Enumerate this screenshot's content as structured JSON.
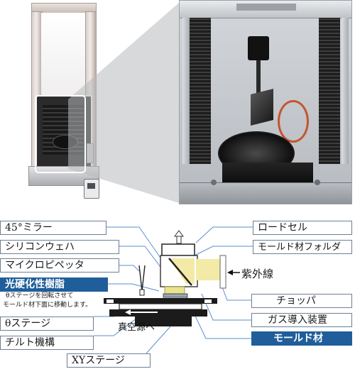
{
  "labels": {
    "mirror": "45°ミラー",
    "silicon_wafer": "シリコンウェハ",
    "micropipette": "マイクロピペッタ",
    "photocurable_resin": "光硬化性樹脂",
    "theta_note_line1": "θステージを回転させて",
    "theta_note_line2": "モールド材下面に移動します。",
    "theta_stage": "θステージ",
    "tilt_mechanism": "チルト機構",
    "xy_stage": "XYステージ",
    "load_cell": "ロードセル",
    "mold_holder": "モールド材フォルダ",
    "ultraviolet": "紫外線",
    "chopper": "チョッパ",
    "gas_inlet": "ガス導入装置",
    "mold_material": "モールド材",
    "vacuum_source": "真空源へ"
  },
  "colors": {
    "accent_blue": "#1f5e9a",
    "label_border": "#6f7f95",
    "leader_line": "#5a8fd0",
    "uv_light": "#f2eaa6",
    "mold_photo": "#b9bdc1"
  },
  "icons": {
    "arrow_up": "up-arrow-icon",
    "arrow_left": "left-arrow-icon",
    "arrow_uv": "uv-arrow-icon"
  }
}
